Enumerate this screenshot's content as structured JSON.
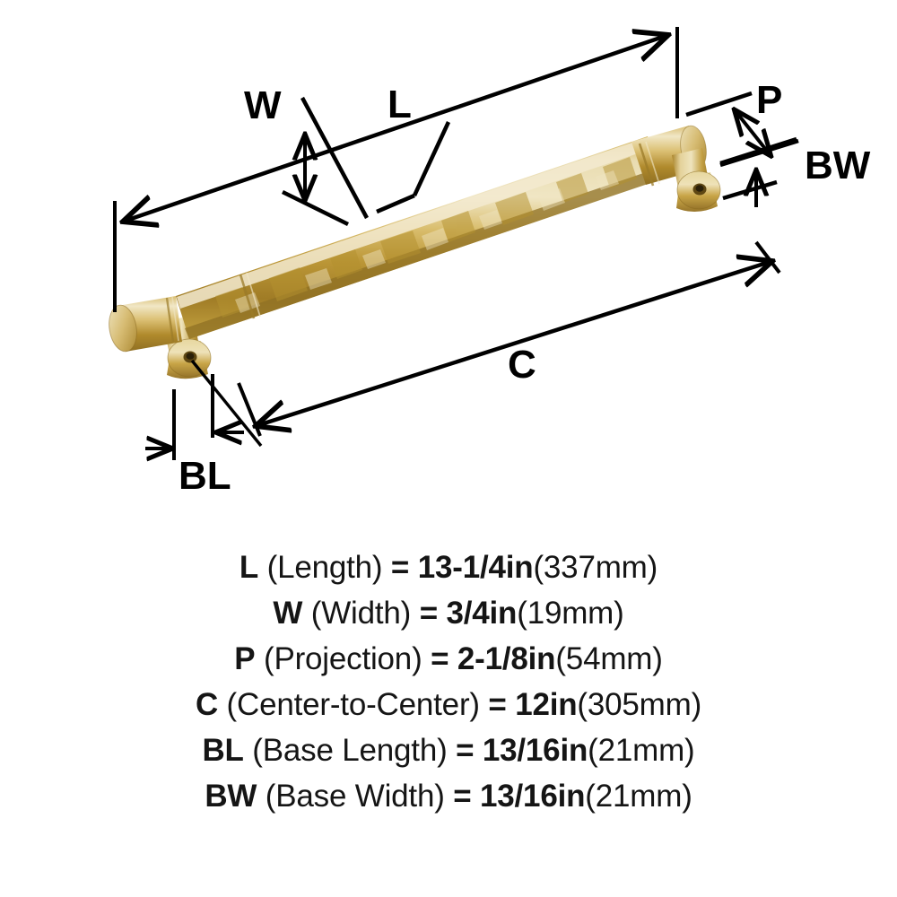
{
  "product": {
    "type": "cabinet-pull-handle",
    "finish_description": "brushed gold hammered bar pull",
    "colors": {
      "gold_light": "#e8d9a8",
      "gold_mid": "#d4b96a",
      "gold_base": "#c9a63e",
      "gold_dark": "#a8842a",
      "gold_shadow": "#8c6c22",
      "line": "#000000",
      "background": "#ffffff"
    }
  },
  "diagram": {
    "labels": {
      "length": "L",
      "width": "W",
      "projection": "P",
      "center_to_center": "C",
      "base_length": "BL",
      "base_width": "BW"
    }
  },
  "specs": [
    {
      "code": "L",
      "name": "(Length)",
      "equals": "=",
      "value": "13-1/4in",
      "metric": "(337mm)"
    },
    {
      "code": "W",
      "name": "(Width)",
      "equals": "=",
      "value": "3/4in",
      "metric": "(19mm)"
    },
    {
      "code": "P",
      "name": "(Projection)",
      "equals": "=",
      "value": "2-1/8in",
      "metric": "(54mm)"
    },
    {
      "code": "C",
      "name": "(Center-to-Center)",
      "equals": "=",
      "value": "12in",
      "metric": "(305mm)"
    },
    {
      "code": "BL",
      "name": "(Base Length)",
      "equals": "=",
      "value": "13/16in",
      "metric": "(21mm)"
    },
    {
      "code": "BW",
      "name": "(Base Width)",
      "equals": "=",
      "value": "13/16in",
      "metric": "(21mm)"
    }
  ]
}
